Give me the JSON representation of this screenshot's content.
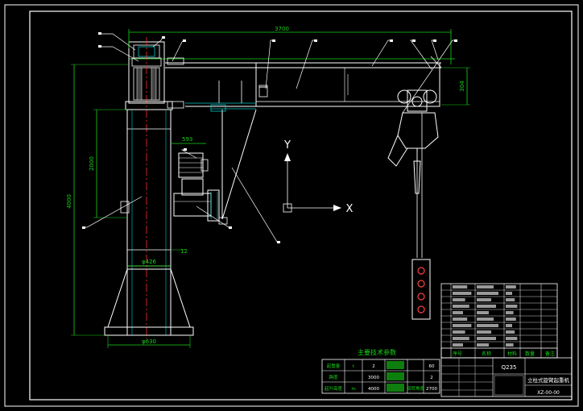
{
  "drawing": {
    "dim_span": "3700",
    "dim_height_total": "4000",
    "dim_column_mid": "2000",
    "dim_end_height": "304",
    "dim_motor_offset": "593",
    "dim_col_diam": "φ426",
    "dim_base_diam": "φ630",
    "dim_small": "12",
    "axis_y": "Y",
    "axis_x": "X"
  },
  "params": {
    "title": "主要技术参数",
    "rows": [
      [
        "起重量",
        "t",
        "2",
        "",
        "",
        "60"
      ],
      [
        "跨度",
        "",
        "3000",
        "",
        "",
        "2"
      ],
      [
        "起升高度",
        "m",
        "4000",
        "回转角度",
        "",
        "2700"
      ]
    ]
  },
  "title_block": {
    "header": [
      "序号",
      "名称",
      "材料",
      "数量",
      "备注"
    ],
    "material": "Q235",
    "title": "立柱式旋臂起重机",
    "drawing_no": "XZ-00-00"
  },
  "colors": {
    "background": "#000000",
    "outline": "#ffffff",
    "dimension": "#18d418",
    "centerline": "#ff3030",
    "hidden": "#00c8c8",
    "frame_red": "#ff3030"
  }
}
